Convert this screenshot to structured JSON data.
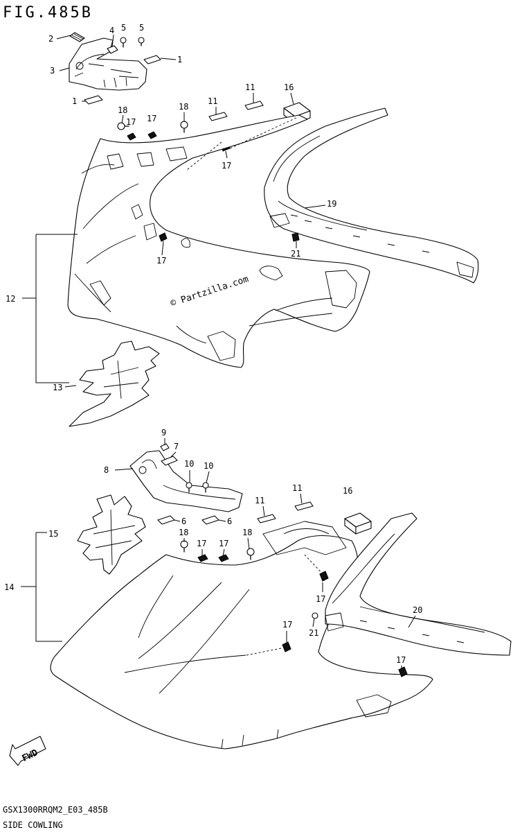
{
  "figure": {
    "title": "FIG.485B",
    "footer_code": "GSX1300RRQM2_E03_485B",
    "footer_name": "SIDE COWLING",
    "watermark": "© Partzilla.com",
    "fwd_label": "FWD"
  },
  "callouts_top": [
    {
      "id": "co-2a",
      "text": "2"
    },
    {
      "id": "co-4",
      "text": "4"
    },
    {
      "id": "co-5a",
      "text": "5"
    },
    {
      "id": "co-5b",
      "text": "5"
    },
    {
      "id": "co-1a",
      "text": "1"
    },
    {
      "id": "co-3",
      "text": "3"
    },
    {
      "id": "co-1b",
      "text": "1"
    },
    {
      "id": "co-18a",
      "text": "18"
    },
    {
      "id": "co-17a",
      "text": "17"
    },
    {
      "id": "co-17b",
      "text": "17"
    },
    {
      "id": "co-18b",
      "text": "18"
    },
    {
      "id": "co-11a",
      "text": "11"
    },
    {
      "id": "co-11b",
      "text": "11"
    },
    {
      "id": "co-16a",
      "text": "16"
    },
    {
      "id": "co-17c",
      "text": "17"
    },
    {
      "id": "co-19",
      "text": "19"
    },
    {
      "id": "co-21a",
      "text": "21"
    },
    {
      "id": "co-17d",
      "text": "17"
    },
    {
      "id": "co-12",
      "text": "12"
    },
    {
      "id": "co-13",
      "text": "13"
    }
  ],
  "callouts_bottom": [
    {
      "id": "co-9",
      "text": "9"
    },
    {
      "id": "co-7",
      "text": "7"
    },
    {
      "id": "co-8",
      "text": "8"
    },
    {
      "id": "co-10a",
      "text": "10"
    },
    {
      "id": "co-10b",
      "text": "10"
    },
    {
      "id": "co-11c",
      "text": "11"
    },
    {
      "id": "co-16b",
      "text": "16"
    },
    {
      "id": "co-11d",
      "text": "11"
    },
    {
      "id": "co-6a",
      "text": "6"
    },
    {
      "id": "co-6b",
      "text": "6"
    },
    {
      "id": "co-15",
      "text": "15"
    },
    {
      "id": "co-18c",
      "text": "18"
    },
    {
      "id": "co-17e",
      "text": "17"
    },
    {
      "id": "co-17f",
      "text": "17"
    },
    {
      "id": "co-18d",
      "text": "18"
    },
    {
      "id": "co-14",
      "text": "14"
    },
    {
      "id": "co-17g",
      "text": "17"
    },
    {
      "id": "co-20",
      "text": "20"
    },
    {
      "id": "co-17h",
      "text": "17"
    },
    {
      "id": "co-21b",
      "text": "21"
    },
    {
      "id": "co-17i",
      "text": "17"
    }
  ],
  "colors": {
    "ink": "#000000",
    "paper": "#ffffff"
  }
}
